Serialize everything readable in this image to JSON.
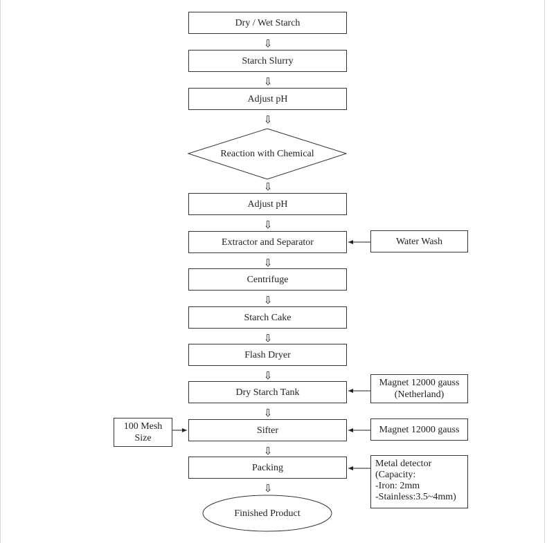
{
  "steps": {
    "dry_wet_starch": "Dry  / Wet  Starch",
    "starch_slurry": "Starch Slurry",
    "adjust_ph_1": "Adjust pH",
    "reaction": "Reaction with Chemical",
    "adjust_ph_2": "Adjust pH",
    "extractor": "Extractor and Separator",
    "centrifuge": "Centrifuge",
    "starch_cake": "Starch Cake",
    "flash_dryer": "Flash Dryer",
    "dry_starch_tank": "Dry Starch Tank",
    "sifter": "Sifter",
    "packing": "Packing",
    "finished_product": "Finished Product"
  },
  "inputs": {
    "water_wash": "Water Wash",
    "magnet_tank": "Magnet 12000 gauss\n(Netherland)",
    "magnet_sifter": "Magnet 12000 gauss",
    "mesh_size": "100 Mesh\nSize",
    "metal_detector": "Metal detector\n(Capacity:\n -Iron: 2mm\n-Stainless:3.5~4mm)"
  },
  "arrow_glyph": "⇩"
}
